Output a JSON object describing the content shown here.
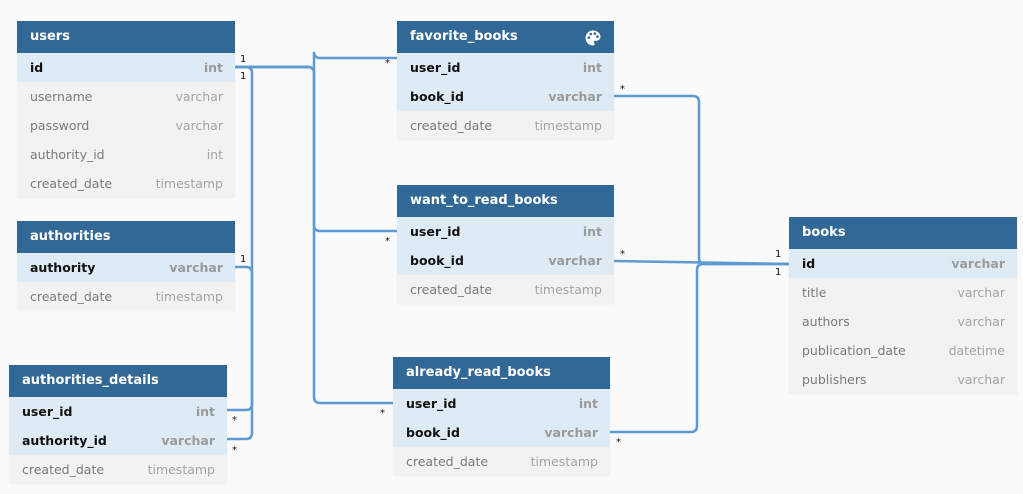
{
  "colors": {
    "header": "#316896",
    "edge": "#5d9bd0",
    "key_row": "#dfebf4",
    "plain_row": "#f2f2f2"
  },
  "tables": [
    {
      "id": "users",
      "name": "users",
      "fields": [
        {
          "name": "id",
          "type": "int",
          "key": true
        },
        {
          "name": "username",
          "type": "varchar",
          "key": false
        },
        {
          "name": "password",
          "type": "varchar",
          "key": false
        },
        {
          "name": "authority_id",
          "type": "int",
          "key": false
        },
        {
          "name": "created_date",
          "type": "timestamp",
          "key": false
        }
      ]
    },
    {
      "id": "authorities",
      "name": "authorities",
      "fields": [
        {
          "name": "authority",
          "type": "varchar",
          "key": true
        },
        {
          "name": "created_date",
          "type": "timestamp",
          "key": false
        }
      ]
    },
    {
      "id": "authorities_details",
      "name": "authorities_details",
      "fields": [
        {
          "name": "user_id",
          "type": "int",
          "key": true
        },
        {
          "name": "authority_id",
          "type": "varchar",
          "key": true
        },
        {
          "name": "created_date",
          "type": "timestamp",
          "key": false
        }
      ]
    },
    {
      "id": "favorite_books",
      "name": "favorite_books",
      "icon": "palette-icon",
      "fields": [
        {
          "name": "user_id",
          "type": "int",
          "key": true
        },
        {
          "name": "book_id",
          "type": "varchar",
          "key": true
        },
        {
          "name": "created_date",
          "type": "timestamp",
          "key": false
        }
      ]
    },
    {
      "id": "want_to_read_books",
      "name": "want_to_read_books",
      "fields": [
        {
          "name": "user_id",
          "type": "int",
          "key": true
        },
        {
          "name": "book_id",
          "type": "varchar",
          "key": true
        },
        {
          "name": "created_date",
          "type": "timestamp",
          "key": false
        }
      ]
    },
    {
      "id": "already_read_books",
      "name": "already_read_books",
      "fields": [
        {
          "name": "user_id",
          "type": "int",
          "key": true
        },
        {
          "name": "book_id",
          "type": "varchar",
          "key": true
        },
        {
          "name": "created_date",
          "type": "timestamp",
          "key": false
        }
      ]
    },
    {
      "id": "books",
      "name": "books",
      "fields": [
        {
          "name": "id",
          "type": "varchar",
          "key": true
        },
        {
          "name": "title",
          "type": "varchar",
          "key": false
        },
        {
          "name": "authors",
          "type": "varchar",
          "key": false
        },
        {
          "name": "publication_date",
          "type": "datetime",
          "key": false
        },
        {
          "name": "publishers",
          "type": "varchar",
          "key": false
        }
      ]
    }
  ],
  "relationships": [
    {
      "from": "users.id",
      "to": "favorite_books.user_id",
      "from_card": "1",
      "to_card": "*"
    },
    {
      "from": "users.id",
      "to": "want_to_read_books.user_id",
      "from_card": "1",
      "to_card": "*"
    },
    {
      "from": "users.id",
      "to": "already_read_books.user_id",
      "from_card": "1",
      "to_card": "*"
    },
    {
      "from": "users.id",
      "to": "authorities_details.user_id",
      "from_card": "1",
      "to_card": "*"
    },
    {
      "from": "authorities.authority",
      "to": "authorities_details.authority_id",
      "from_card": "1",
      "to_card": "*"
    },
    {
      "from": "books.id",
      "to": "favorite_books.book_id",
      "from_card": "1",
      "to_card": "*"
    },
    {
      "from": "books.id",
      "to": "want_to_read_books.book_id",
      "from_card": "1",
      "to_card": "*"
    },
    {
      "from": "books.id",
      "to": "already_read_books.book_id",
      "from_card": "1",
      "to_card": "*"
    }
  ]
}
